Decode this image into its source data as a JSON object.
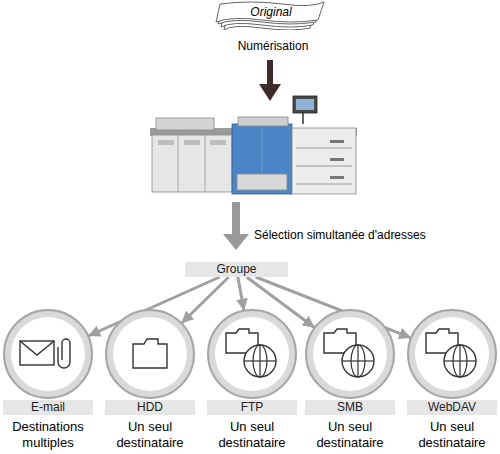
{
  "diagram": {
    "nodes": [
      {
        "text": [
          "Original"
        ]
      },
      {
        "text": [
          "Groupe"
        ]
      },
      {
        "text": [
          "E-mail",
          "Destinations multiples"
        ]
      },
      {
        "text": [
          "HDD",
          "Un seul destinataire"
        ]
      },
      {
        "text": [
          "FTP",
          "Un seul destinataire"
        ]
      },
      {
        "text": [
          "SMB",
          "Un seul destinataire"
        ]
      },
      {
        "text": [
          "WebDAV",
          "Un seul destinataire"
        ]
      }
    ],
    "edges": [
      {
        "from": 1,
        "to": 2,
        "arrow": "to"
      },
      {
        "from": 1,
        "to": 3,
        "arrow": "to"
      },
      {
        "from": 1,
        "to": 4,
        "arrow": "to"
      },
      {
        "from": 1,
        "to": 5,
        "arrow": "to"
      },
      {
        "from": 1,
        "to": 6,
        "arrow": "to"
      }
    ],
    "labels": [
      "Numérisation",
      "Sélection simultanée d'adresses"
    ]
  }
}
